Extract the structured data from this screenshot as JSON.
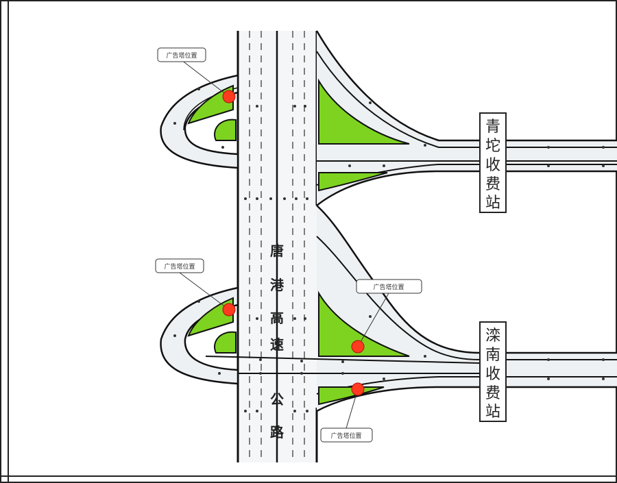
{
  "highway_name": [
    "唐",
    "港",
    "高",
    "速",
    "公",
    "路"
  ],
  "toll_station_north": [
    "青",
    "坨",
    "收",
    "费",
    "站"
  ],
  "toll_station_south": [
    "滦",
    "南",
    "收",
    "费",
    "站"
  ],
  "ad_tower_label": "广告塔位置",
  "colors": {
    "green": "#7ed321",
    "marker": "#ff3b1f",
    "road_edge": "#111111",
    "road_fill": "#eef1f3",
    "lane_mark": "#333333",
    "frame": "#222222"
  }
}
